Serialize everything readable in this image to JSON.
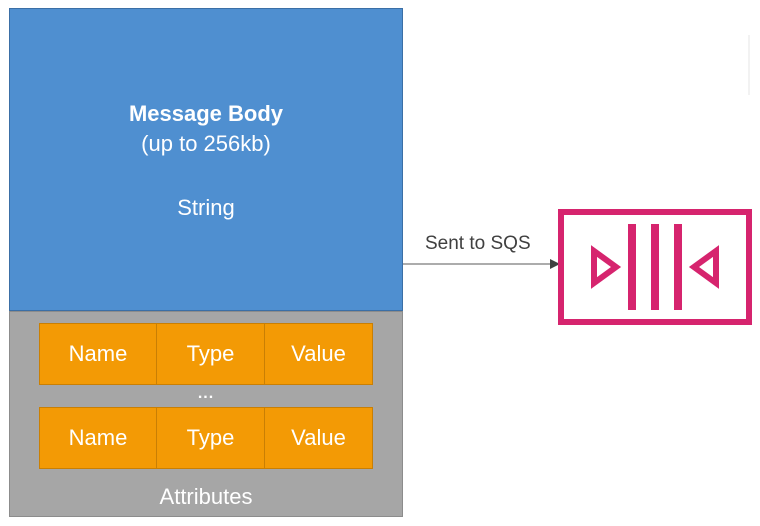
{
  "message_body": {
    "title": "Message Body",
    "size": "(up to 256kb)",
    "type": "String",
    "color": "#4f8fd0"
  },
  "attributes": {
    "rows": [
      {
        "name": "Name",
        "type": "Type",
        "value": "Value"
      },
      {
        "name": "Name",
        "type": "Type",
        "value": "Value"
      }
    ],
    "ellipsis": "...",
    "label": "Attributes",
    "background": "#a6a6a6",
    "cell_color": "#f39a05"
  },
  "arrow": {
    "label": "Sent to SQS"
  },
  "sqs_icon": {
    "icon": "sqs-queue-icon",
    "color": "#d6246e"
  }
}
